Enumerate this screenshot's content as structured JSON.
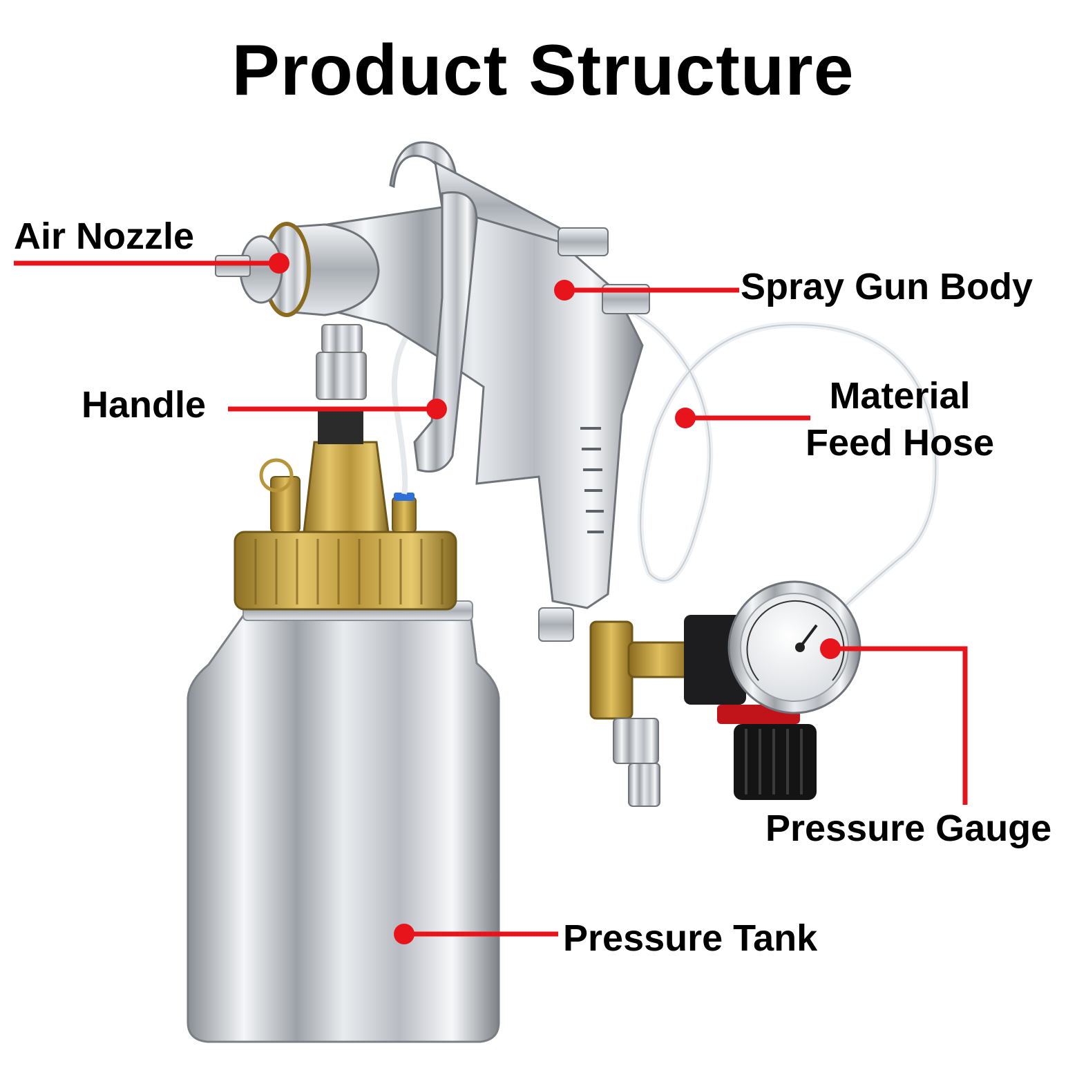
{
  "title": "Product Structure",
  "accent_color": "#e8141b",
  "labels": {
    "air_nozzle": "Air Nozzle",
    "spray_gun_body": "Spray Gun Body",
    "handle": "Handle",
    "material_feed_hose_line1": "Material",
    "material_feed_hose_line2": "Feed Hose",
    "pressure_gauge": "Pressure Gauge",
    "pressure_tank": "Pressure Tank"
  }
}
